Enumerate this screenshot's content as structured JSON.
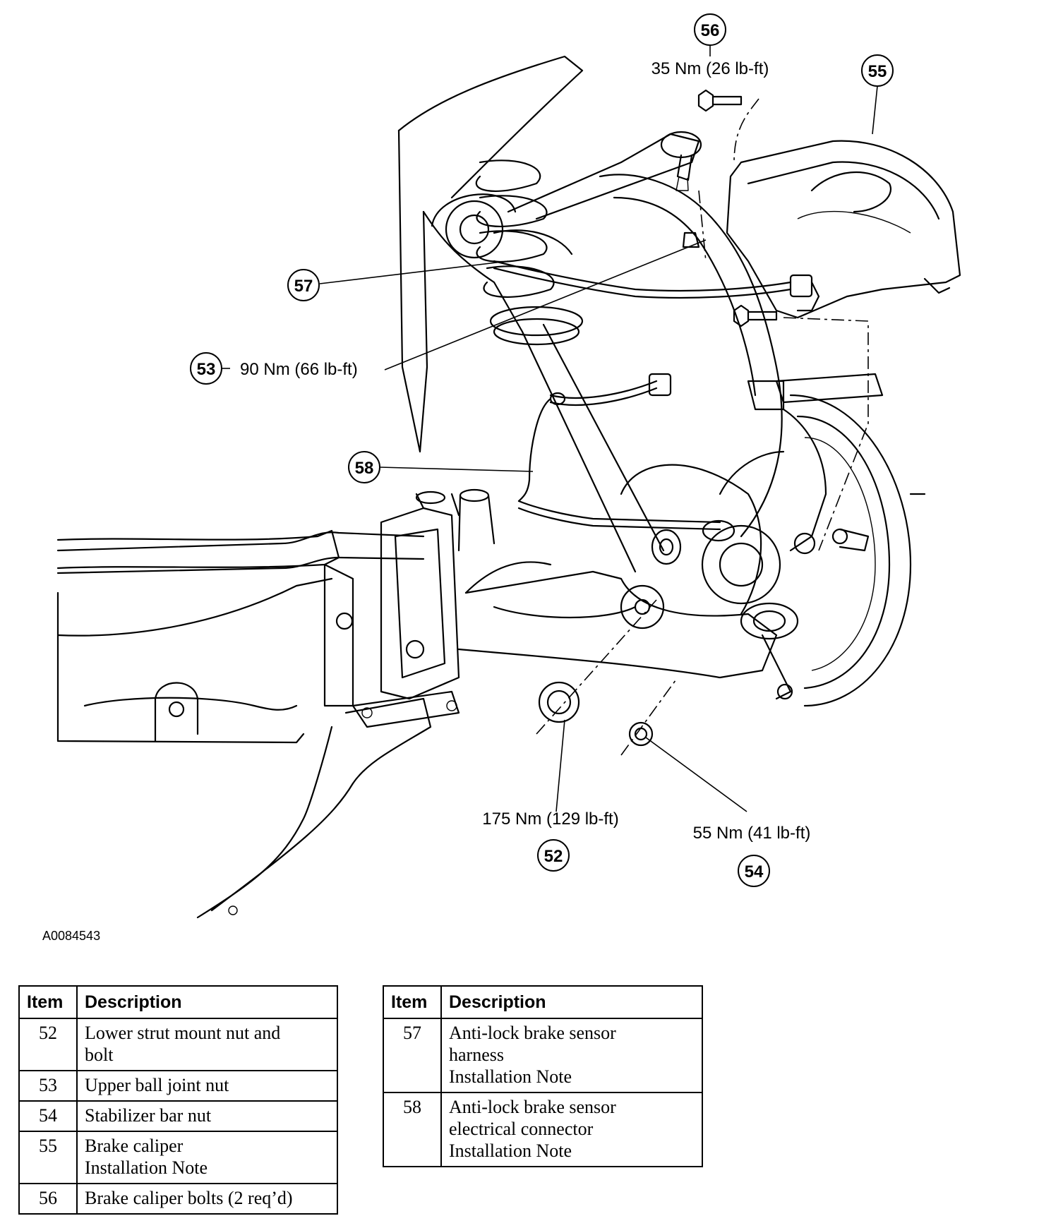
{
  "figure_id": "A0084543",
  "callouts": [
    {
      "item": "56",
      "torque": "35 Nm (26 lb-ft)"
    },
    {
      "item": "55",
      "torque": ""
    },
    {
      "item": "57",
      "torque": ""
    },
    {
      "item": "53",
      "torque": "90 Nm (66 lb-ft)"
    },
    {
      "item": "58",
      "torque": ""
    },
    {
      "item": "52",
      "torque": "175 Nm (129 lb-ft)"
    },
    {
      "item": "54",
      "torque": "55 Nm (41 lb-ft)"
    }
  ],
  "table_left": {
    "headers": [
      "Item",
      "Description"
    ],
    "rows": [
      {
        "item": "52",
        "lines": [
          "Lower strut mount nut and",
          "bolt"
        ]
      },
      {
        "item": "53",
        "lines": [
          "Upper ball joint nut"
        ]
      },
      {
        "item": "54",
        "lines": [
          "Stabilizer bar nut"
        ]
      },
      {
        "item": "55",
        "lines": [
          "Brake caliper",
          "Installation Note"
        ]
      },
      {
        "item": "56",
        "lines": [
          "Brake caliper bolts (2 req’d)"
        ]
      }
    ]
  },
  "table_right": {
    "headers": [
      "Item",
      "Description"
    ],
    "rows": [
      {
        "item": "57",
        "lines": [
          "Anti-lock brake sensor",
          "harness",
          "Installation Note"
        ]
      },
      {
        "item": "58",
        "lines": [
          "Anti-lock brake sensor",
          "electrical connector",
          "Installation Note"
        ]
      }
    ]
  }
}
